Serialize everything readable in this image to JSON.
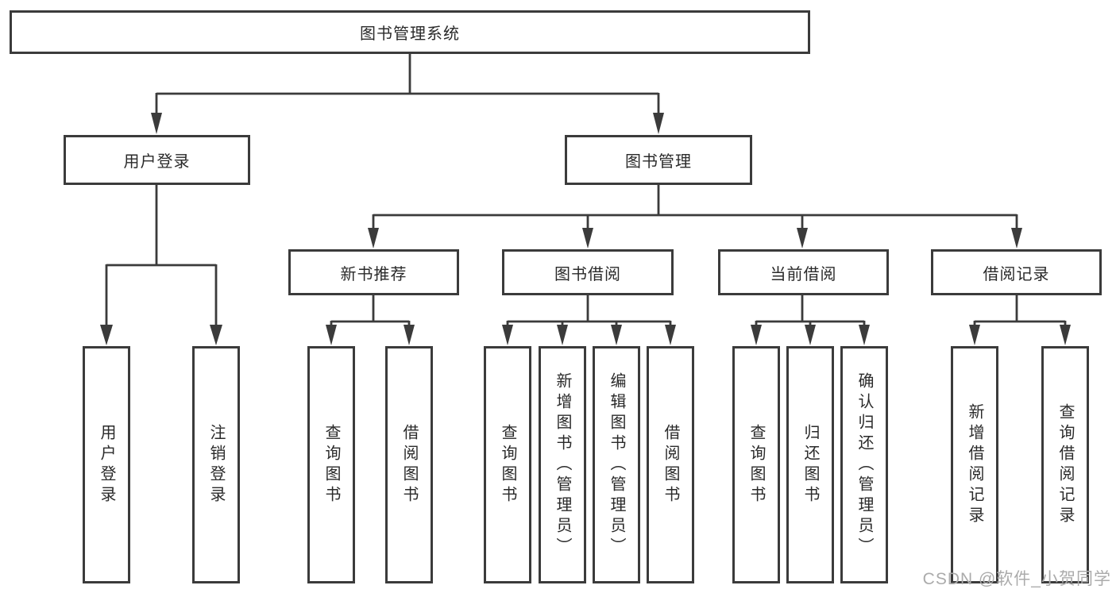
{
  "diagram": {
    "type": "hierarchy-tree",
    "colors": {
      "background": "#ffffff",
      "line": "#3b3b3b",
      "box_border": "#3b3b3b",
      "box_fill": "#ffffff",
      "text": "#2a2a2a",
      "watermark_text": "#ababab"
    },
    "watermark": "CSDN @软件_小贺同学",
    "nodes": {
      "root": {
        "label": "图书管理系统"
      },
      "level2": [
        {
          "id": "user-login",
          "label": "用户登录"
        },
        {
          "id": "book-management",
          "label": "图书管理"
        }
      ],
      "level3": [
        {
          "id": "new-book-recommendation",
          "parent": "book-management",
          "label": "新书推荐"
        },
        {
          "id": "book-borrowing",
          "parent": "book-management",
          "label": "图书借阅"
        },
        {
          "id": "current-borrowing",
          "parent": "book-management",
          "label": "当前借阅"
        },
        {
          "id": "borrowing-records",
          "parent": "book-management",
          "label": "借阅记录"
        }
      ],
      "level4": [
        {
          "parent": "user-login",
          "label": "用户登录"
        },
        {
          "parent": "user-login",
          "label": "注销登录"
        },
        {
          "parent": "new-book-recommendation",
          "label": "查询图书"
        },
        {
          "parent": "new-book-recommendation",
          "label": "借阅图书"
        },
        {
          "parent": "book-borrowing",
          "label": "查询图书"
        },
        {
          "parent": "book-borrowing",
          "label": "新增图书（管理员）"
        },
        {
          "parent": "book-borrowing",
          "label": "编辑图书（管理员）"
        },
        {
          "parent": "book-borrowing",
          "label": "借阅图书"
        },
        {
          "parent": "current-borrowing",
          "label": "查询图书"
        },
        {
          "parent": "current-borrowing",
          "label": "归还图书"
        },
        {
          "parent": "current-borrowing",
          "label": "确认归还（管理员）"
        },
        {
          "parent": "borrowing-records",
          "label": "新增借阅记录"
        },
        {
          "parent": "borrowing-records",
          "label": "查询借阅记录"
        }
      ]
    }
  }
}
